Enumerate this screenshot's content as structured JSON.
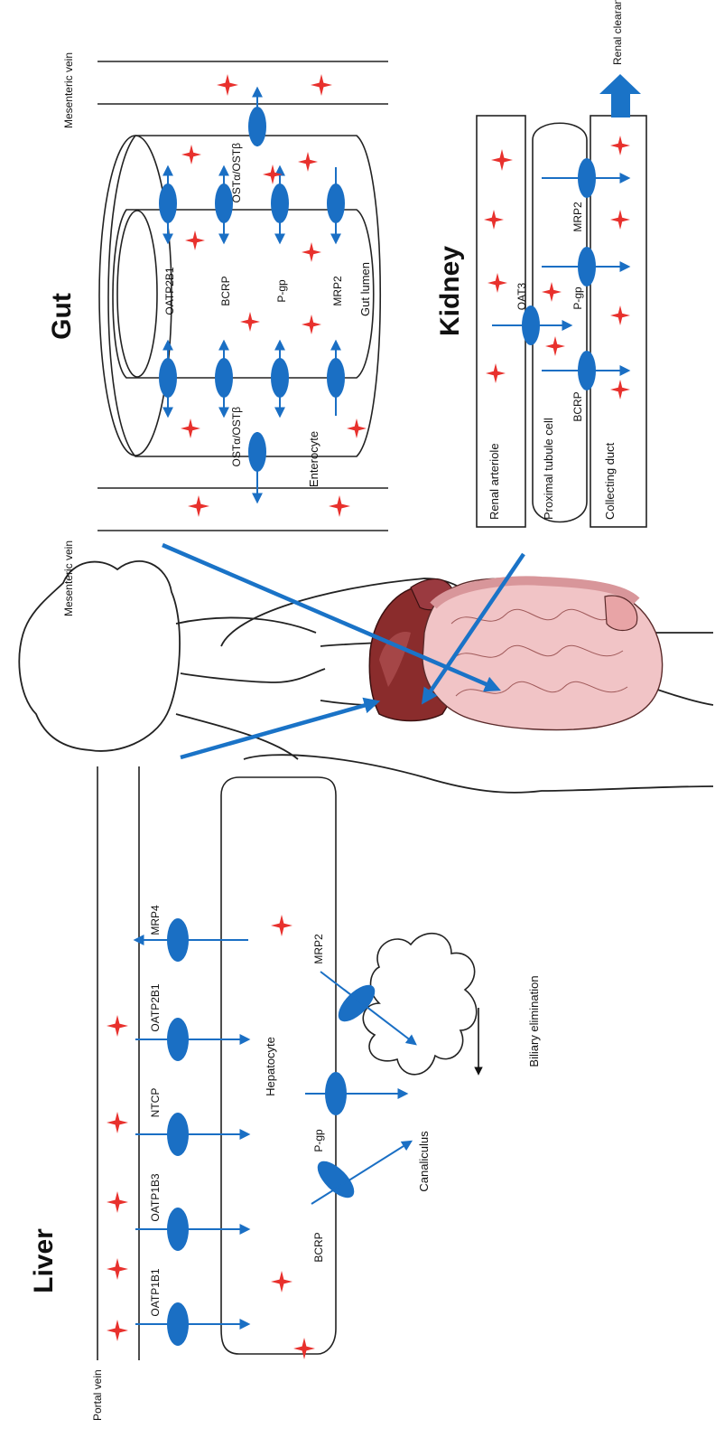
{
  "gut": {
    "title": "Gut",
    "mesenteric_vein_top": "Mesenteric vein",
    "mesenteric_vein_bottom": "Mesenteric vein",
    "enterocyte": "Enterocyte",
    "gut_lumen": "Gut lumen",
    "transporters": [
      "OATP2B1",
      "BCRP",
      "P-gp",
      "MRP2"
    ],
    "ost": "OSTα/OSTβ"
  },
  "kidney": {
    "title": "Kidney",
    "renal_arteriole": "Renal arteriole",
    "proximal_tubule": "Proximal tubule cell",
    "collecting_duct": "Collecting duct",
    "renal_clearance": "Renal clearance",
    "transporters": [
      "OAT3",
      "BCRP",
      "P-gp",
      "MRP2"
    ]
  },
  "liver": {
    "title": "Liver",
    "portal_vein": "Portal vein",
    "hepatocyte": "Hepatocyte",
    "canaliculus": "Canaliculus",
    "biliary_elimination": "Biliary elimination",
    "uptake_transporters": [
      "OATP1B1",
      "OATP1B3",
      "NTCP",
      "OATP2B1",
      "MRP4"
    ],
    "efflux_transporters": [
      "BCRP",
      "P-gp",
      "MRP2"
    ]
  },
  "colors": {
    "transporter": "#1a6fc4",
    "drug": "#e8312d",
    "liver": "#8a2c2c",
    "intestine": "#f1c4c6"
  }
}
